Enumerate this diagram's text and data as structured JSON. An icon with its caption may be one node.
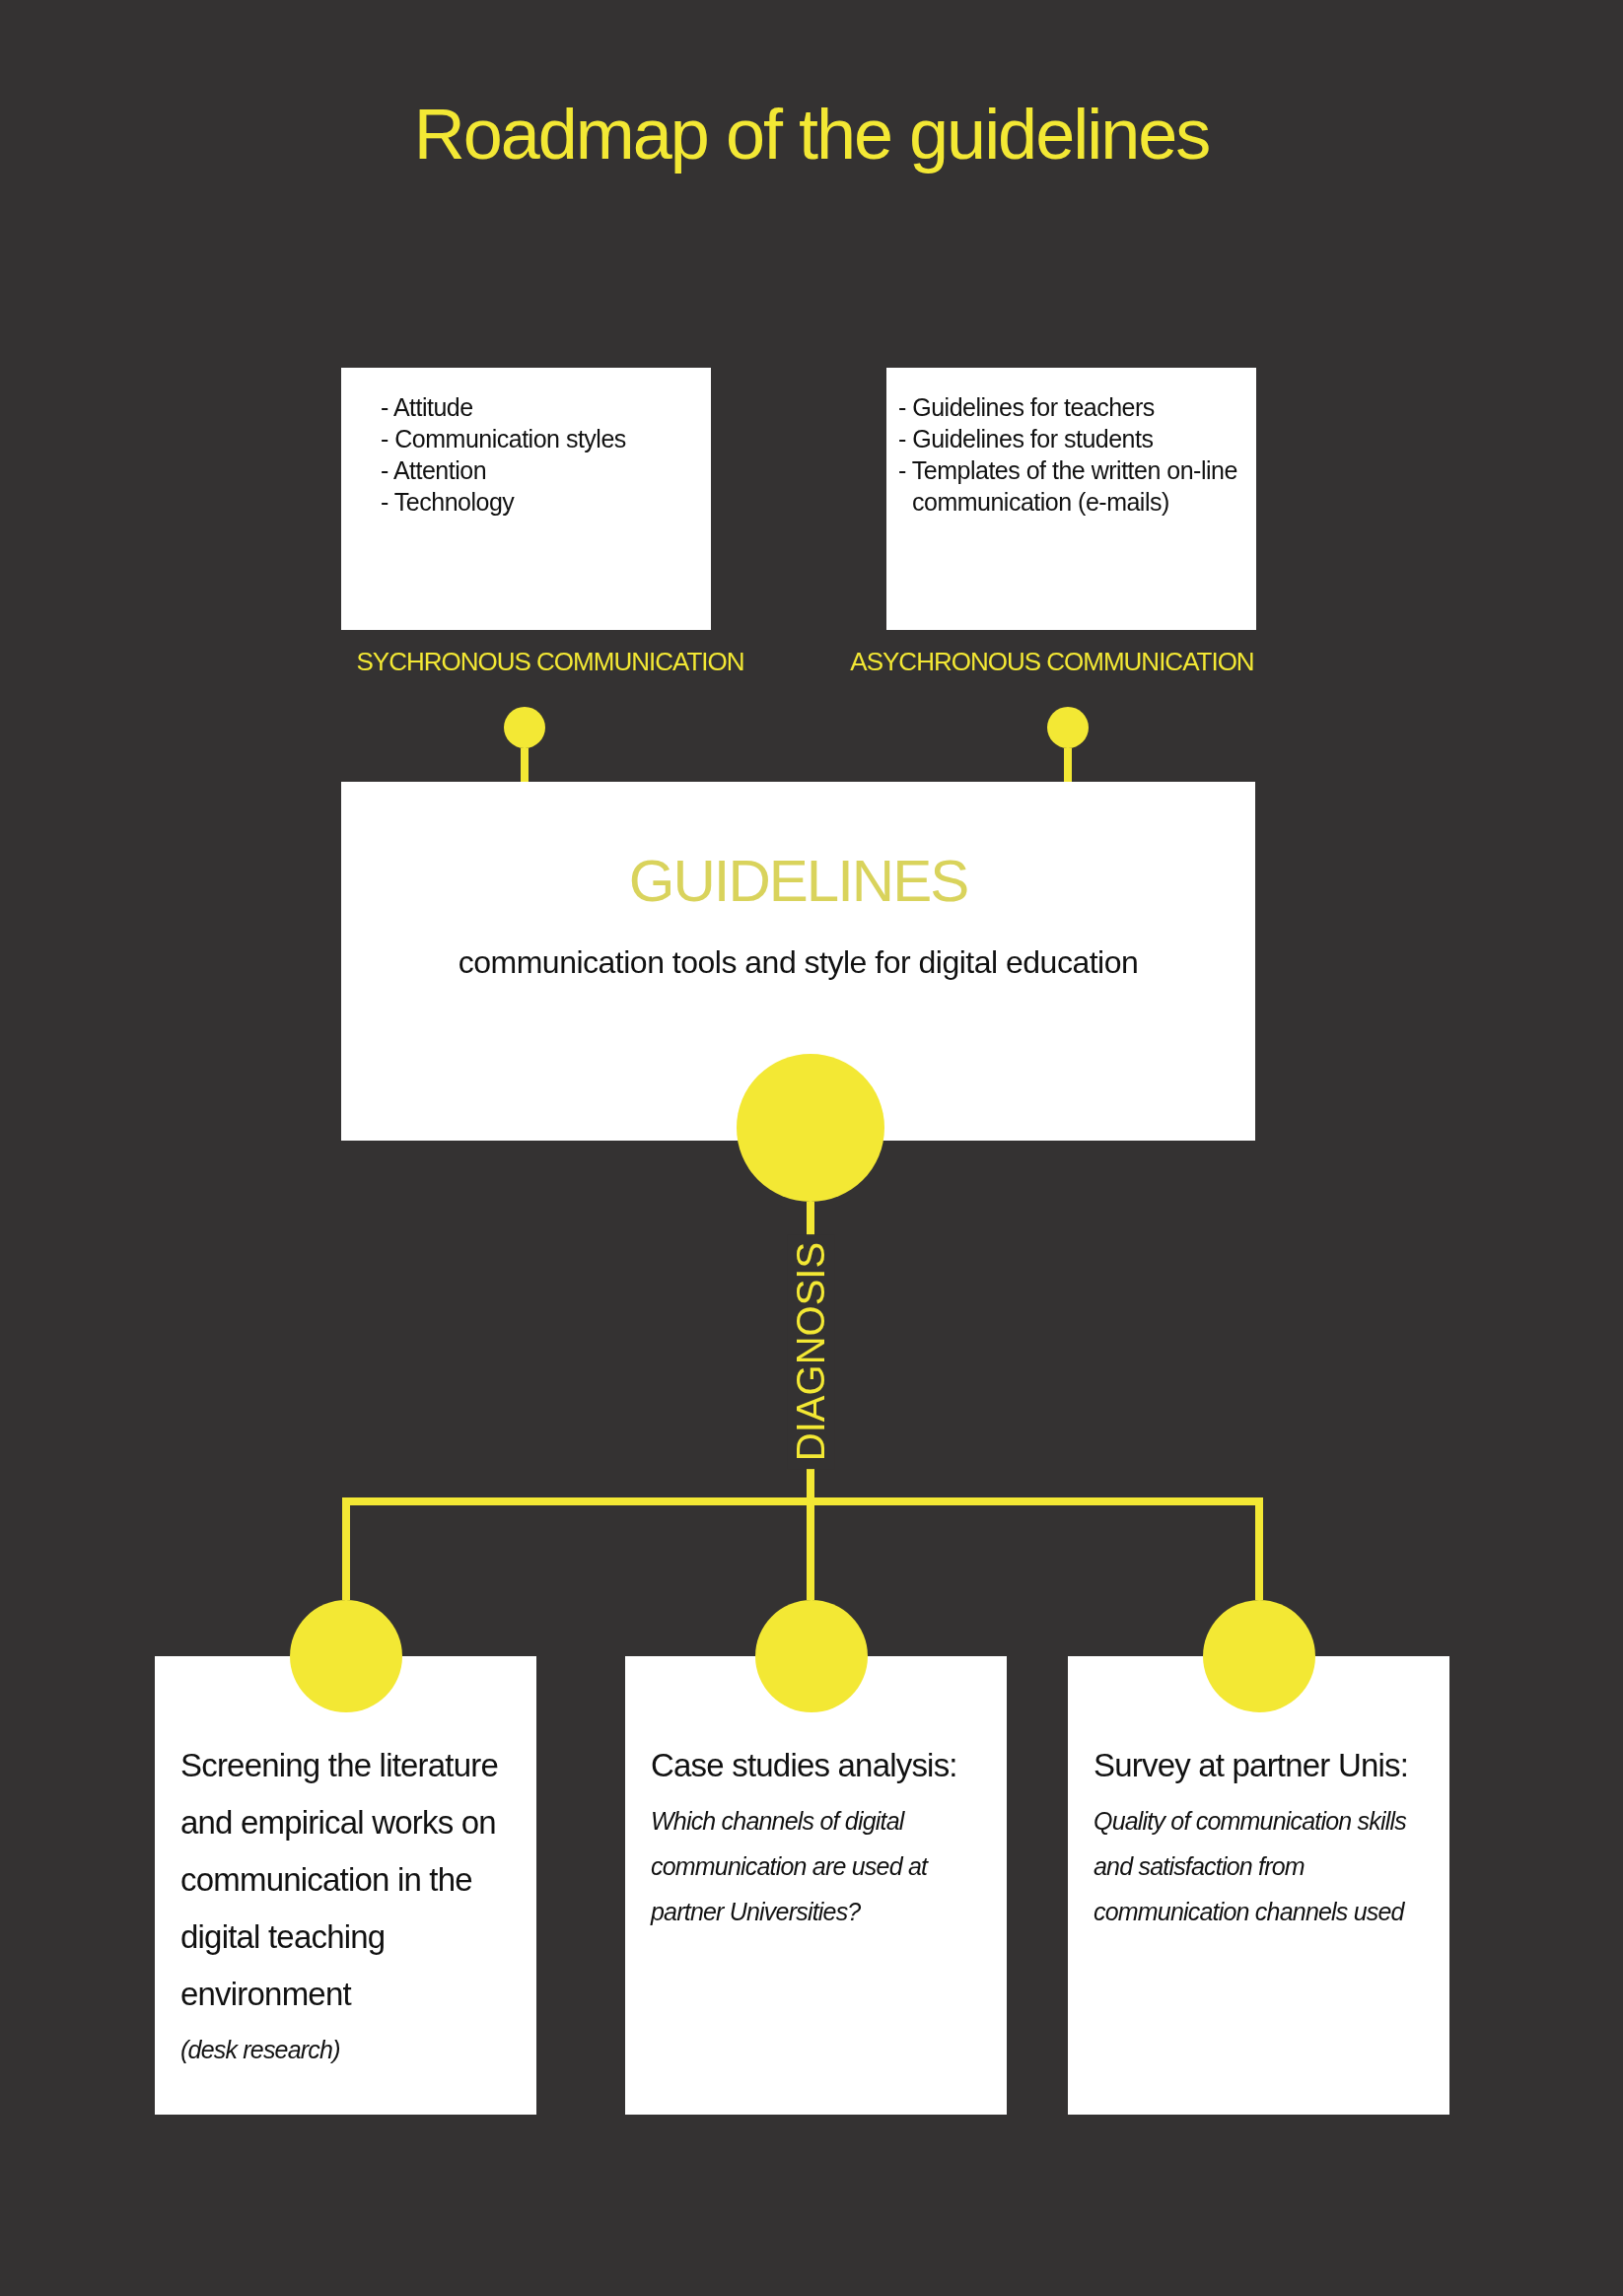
{
  "diagram": {
    "title": "Roadmap of the guidelines",
    "nodes": [
      {
        "text": [
          "- Attitude",
          "- Communication styles",
          "- Attention",
          "- Technology"
        ],
        "beside": [
          "SYCHRONOUS COMMUNICATION"
        ]
      },
      {
        "text": [
          "- Guidelines for teachers",
          "- Guidelines for students",
          "- Templates of the written on-line communication (e-mails)"
        ],
        "beside": [
          "ASYCHRONOUS COMMUNICATION"
        ]
      },
      {
        "text": [],
        "shape": "circle"
      },
      {
        "text": [],
        "shape": "circle"
      },
      {
        "text": [
          "GUIDELINES",
          "communication tools and style for digital education"
        ]
      },
      {
        "text": [],
        "shape": "circle"
      },
      {
        "text": [],
        "shape": "circle"
      },
      {
        "text": [],
        "shape": "circle"
      },
      {
        "text": [],
        "shape": "circle"
      },
      {
        "text": [
          "Screening the literature and empirical works on communication in the digital teaching environment",
          "(desk research)"
        ]
      },
      {
        "text": [
          "Case studies analysis:",
          "Which channels of digital communication are used at partner Universities?"
        ]
      },
      {
        "text": [
          "Survey at partner Unis:",
          "Quality of communication skills and satisfaction from communication channels used"
        ]
      }
    ],
    "edges": [
      {
        "from": 2,
        "to": 4,
        "arrow": "none"
      },
      {
        "from": 3,
        "to": 4,
        "arrow": "none"
      },
      {
        "from": 5,
        "to": 6,
        "arrow": "none"
      },
      {
        "from": 5,
        "to": 7,
        "arrow": "none",
        "label": "DIAGNOSIS"
      },
      {
        "from": 5,
        "to": 8,
        "arrow": "none"
      }
    ]
  }
}
